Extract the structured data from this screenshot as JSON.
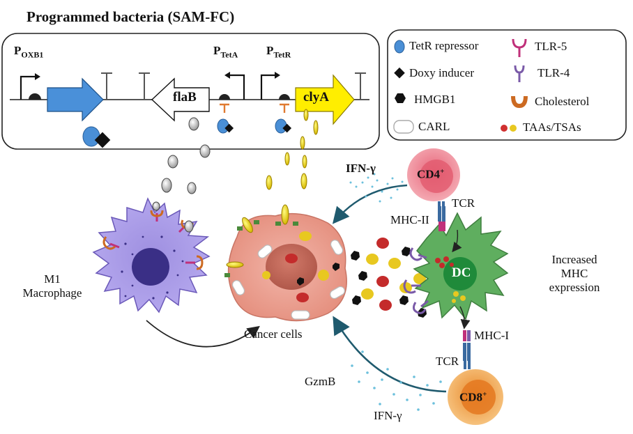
{
  "title": "Programmed bacteria (SAM-FC)",
  "promoters": {
    "oxb1_main": "P",
    "oxb1_sub": "OXB1",
    "teta_main": "P",
    "teta_sub": "TetA",
    "tetr_main": "P",
    "tetr_sub": "TetR"
  },
  "genes": {
    "flab": "flaB",
    "clya": "clyA"
  },
  "legend": {
    "tetr_repressor": "TetR repressor",
    "doxy_inducer": "Doxy inducer",
    "hmgb1": "HMGB1",
    "carl": "CARL",
    "tlr5": "TLR-5",
    "tlr4": "TLR-4",
    "cholesterol": "Cholesterol",
    "taas": "TAAs/TSAs"
  },
  "labels": {
    "ifn_top": "IFN-γ",
    "cd4_main": "CD4",
    "cd4_sup": "+",
    "cd8_main": "CD8",
    "cd8_sup": "+",
    "tcr_top": "TCR",
    "tcr_bottom": "TCR",
    "mhc2": "MHC-II",
    "mhc1": "MHC-I",
    "dc": "DC",
    "increased_line1": "Increased",
    "increased_line2": "MHC",
    "increased_line3": "expression",
    "m1_line1": "M1",
    "m1_line2": "Macrophage",
    "cancer": "Cancer cells",
    "gzmb": "GzmB",
    "ifn_bottom": "IFN-γ"
  },
  "colors": {
    "gene_blue": "#4a90d9",
    "clya_yellow": "#ffee00",
    "tetr_blue": "#4a8fd6",
    "cancer_pink": "#eaa193",
    "nucleus": "#c66c5e",
    "dc_green": "#5fae5f",
    "macrophage_purple": "#9a8ad8",
    "cd4_pink": "#e87a8a",
    "cd8_orange": "#f0a040",
    "taa_red": "#d03030",
    "taa_yellow": "#e8c820",
    "arrow_teal": "#1f5a6e"
  }
}
